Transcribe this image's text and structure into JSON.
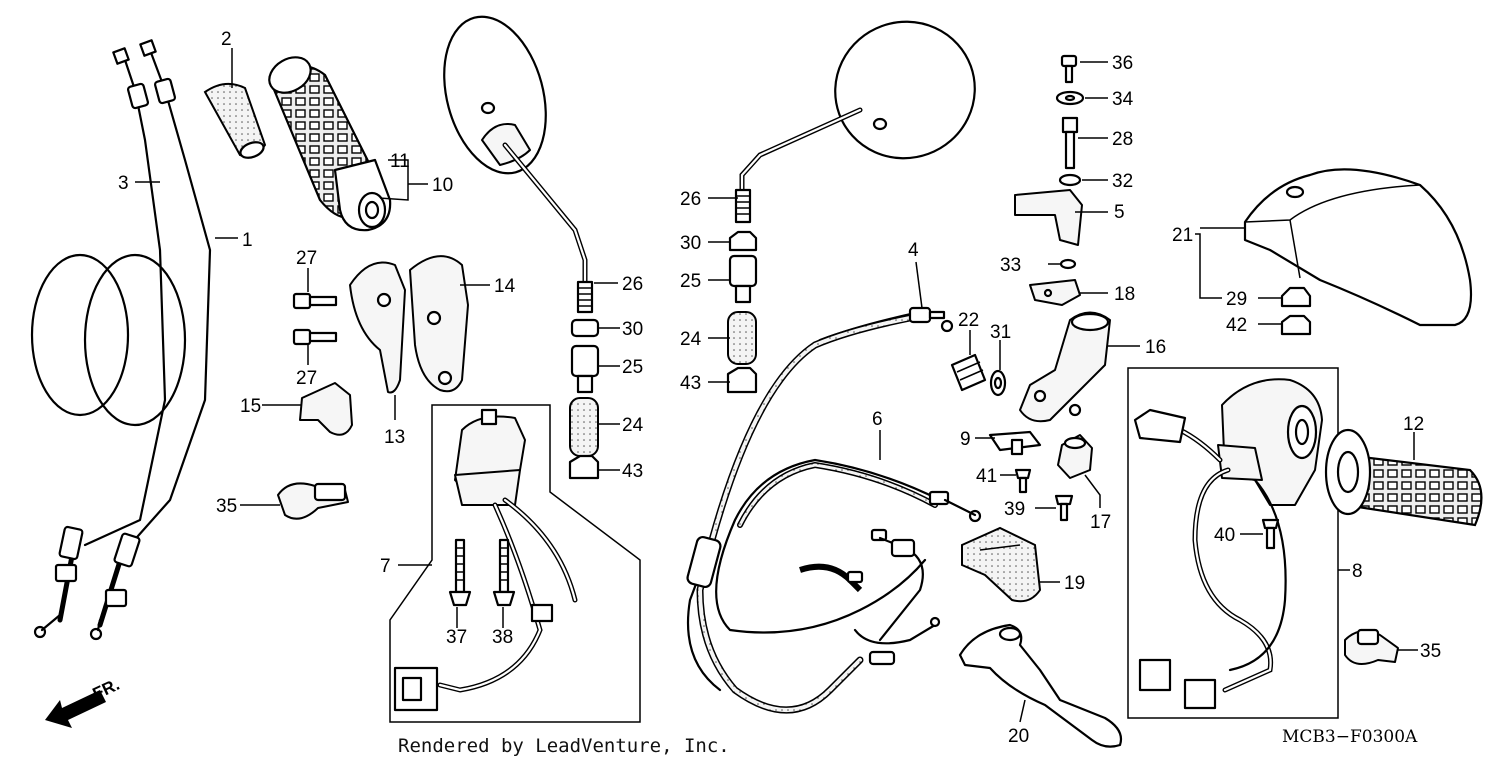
{
  "diagram": {
    "credit": "Rendered by LeadVenture, Inc.",
    "drawing_code": "MCB3−F0300A",
    "direction_label": "FR.",
    "callouts": [
      {
        "id": "c1",
        "text": "1"
      },
      {
        "id": "c2",
        "text": "2"
      },
      {
        "id": "c3",
        "text": "3"
      },
      {
        "id": "c4",
        "text": "4"
      },
      {
        "id": "c5",
        "text": "5"
      },
      {
        "id": "c6",
        "text": "6"
      },
      {
        "id": "c7",
        "text": "7"
      },
      {
        "id": "c8",
        "text": "8"
      },
      {
        "id": "c9",
        "text": "9"
      },
      {
        "id": "c10",
        "text": "10"
      },
      {
        "id": "c11",
        "text": "11"
      },
      {
        "id": "c12",
        "text": "12"
      },
      {
        "id": "c13",
        "text": "13"
      },
      {
        "id": "c14",
        "text": "14"
      },
      {
        "id": "c15",
        "text": "15"
      },
      {
        "id": "c16",
        "text": "16"
      },
      {
        "id": "c17",
        "text": "17"
      },
      {
        "id": "c18",
        "text": "18"
      },
      {
        "id": "c19",
        "text": "19"
      },
      {
        "id": "c20",
        "text": "20"
      },
      {
        "id": "c21",
        "text": "21"
      },
      {
        "id": "c22",
        "text": "22"
      },
      {
        "id": "c24a",
        "text": "24"
      },
      {
        "id": "c24b",
        "text": "24"
      },
      {
        "id": "c25a",
        "text": "25"
      },
      {
        "id": "c25b",
        "text": "25"
      },
      {
        "id": "c26a",
        "text": "26"
      },
      {
        "id": "c26b",
        "text": "26"
      },
      {
        "id": "c27a",
        "text": "27"
      },
      {
        "id": "c27b",
        "text": "27"
      },
      {
        "id": "c28",
        "text": "28"
      },
      {
        "id": "c29",
        "text": "29"
      },
      {
        "id": "c30a",
        "text": "30"
      },
      {
        "id": "c30b",
        "text": "30"
      },
      {
        "id": "c31",
        "text": "31"
      },
      {
        "id": "c32",
        "text": "32"
      },
      {
        "id": "c33",
        "text": "33"
      },
      {
        "id": "c34",
        "text": "34"
      },
      {
        "id": "c35a",
        "text": "35"
      },
      {
        "id": "c35b",
        "text": "35"
      },
      {
        "id": "c36",
        "text": "36"
      },
      {
        "id": "c37",
        "text": "37"
      },
      {
        "id": "c38",
        "text": "38"
      },
      {
        "id": "c39",
        "text": "39"
      },
      {
        "id": "c40",
        "text": "40"
      },
      {
        "id": "c41",
        "text": "41"
      },
      {
        "id": "c42",
        "text": "42"
      },
      {
        "id": "c43a",
        "text": "43"
      },
      {
        "id": "c43b",
        "text": "43"
      }
    ]
  }
}
